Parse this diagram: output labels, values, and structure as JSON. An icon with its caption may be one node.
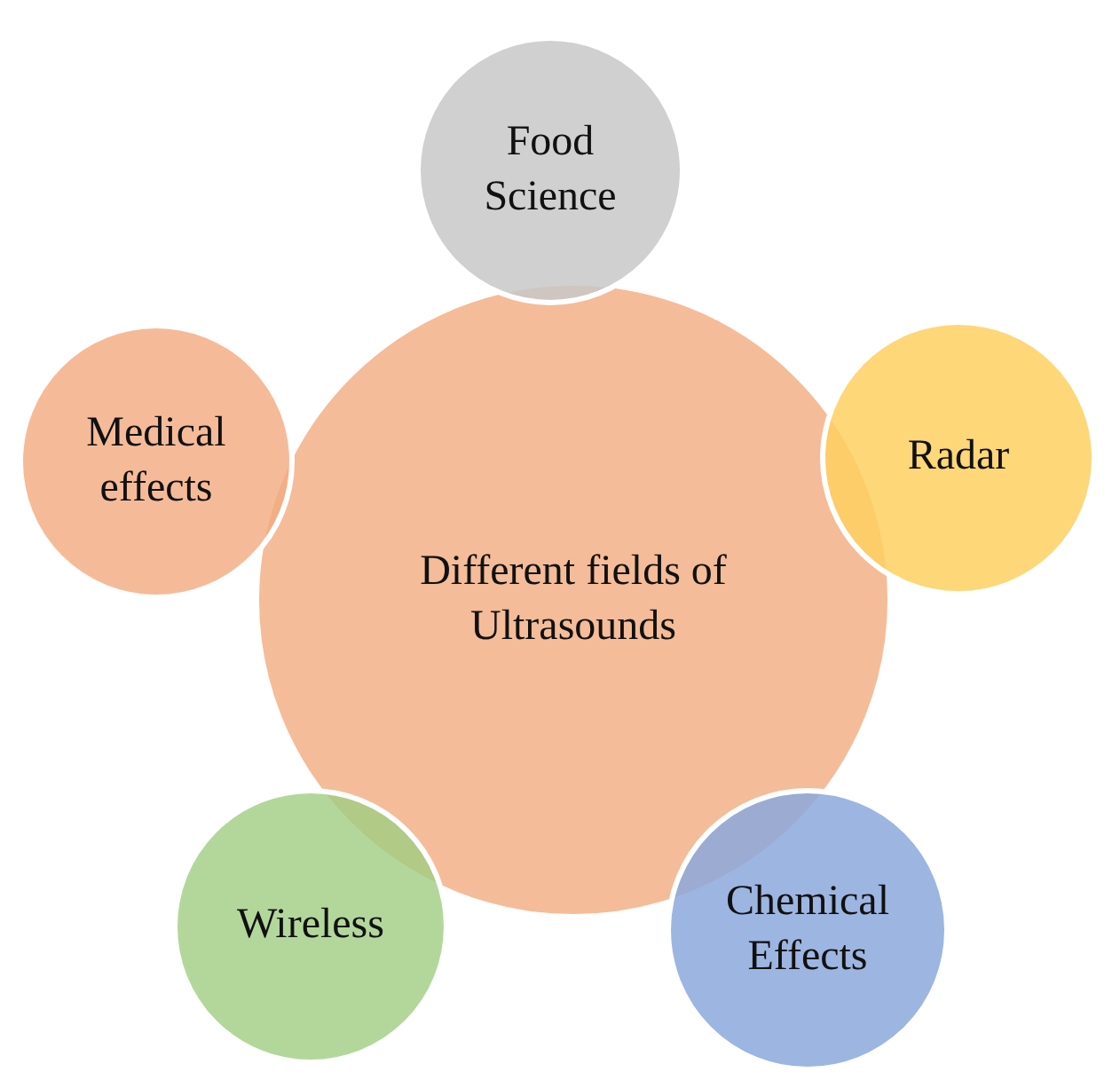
{
  "diagram": {
    "nodes": [
      {
        "text": [
          "Food Science"
        ]
      },
      {
        "text": [
          "Medical effects"
        ]
      },
      {
        "text": [
          "Radar"
        ]
      },
      {
        "text": [
          "Different fields of Ultrasounds"
        ]
      },
      {
        "text": [
          "Wireless"
        ]
      },
      {
        "text": [
          "Chemical Effects"
        ]
      }
    ]
  }
}
